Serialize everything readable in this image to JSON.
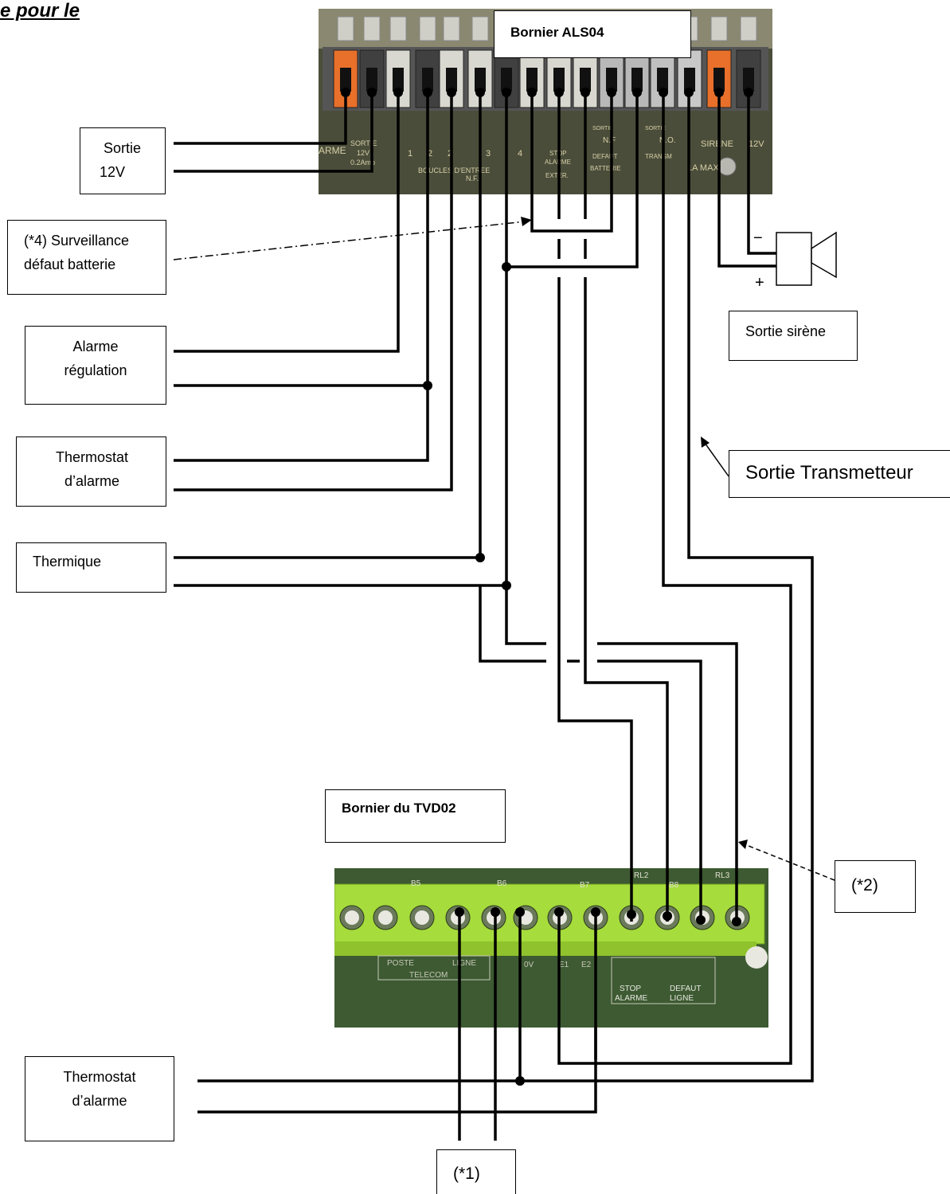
{
  "heading": "e pour le",
  "board_top": {
    "title": "Bornier ALS04"
  },
  "board_bottom": {
    "title": "Bornier du TVD02"
  },
  "labels": {
    "sortie12v": [
      "Sortie",
      "12V"
    ],
    "surveillance": [
      "(*4) Surveillance",
      "défaut batterie"
    ],
    "alarme_regulation": [
      "Alarme",
      "régulation"
    ],
    "thermostat_top": [
      "Thermostat",
      "d’alarme"
    ],
    "thermique": "Thermique",
    "sortie_sirene": "Sortie sirène",
    "sortie_transmetteur": "Sortie Transmetteur",
    "thermostat_bottom": [
      "Thermostat",
      "d’alarme"
    ],
    "note1": "(*1)",
    "note2": "(*2)",
    "siren_minus": "−",
    "siren_plus": "+"
  },
  "board_top_print": {
    "sortie": "SORTIE",
    "v12": "12V",
    "amp": "0.2Amp",
    "nums": [
      "1",
      "2",
      "2",
      "3",
      "4"
    ],
    "boucles": "BOUCLES D'ENTREE",
    "nf": "N.F.",
    "stop": "STOP",
    "alarme": "ALARME",
    "exter": "EXTER.",
    "sortie2": "SORTIE",
    "nf2": "N.F",
    "defaut": "DEFAUT",
    "batterie": "BATTERIE",
    "sortie3": "SORTIE",
    "no": "N.O.",
    "transm": "TRANSM",
    "sirene": "SIRENE",
    "amax": "1A MAX",
    "v12b": "12V",
    "arme": "ARME"
  },
  "board_bottom_print": {
    "b5": "B5",
    "b6": "B6",
    "b7": "B7",
    "b8": "B8",
    "rl2": "RL2",
    "rl3": "RL3",
    "poste": "POSTE",
    "ligne": "LIGNE",
    "telecom": "TELECOM",
    "ov": "0V",
    "e1": "E1",
    "e2": "E2",
    "stop": "STOP",
    "alarme": "ALARME",
    "defaut": "DEFAUT",
    "ligne2": "LIGNE"
  },
  "colors": {
    "wire": "#000000",
    "board_top": "#4a4d3a",
    "board_bottom": "#3d5a32",
    "terminal_green": "#a6dc3c",
    "terminal_orange": "#e8702a"
  }
}
